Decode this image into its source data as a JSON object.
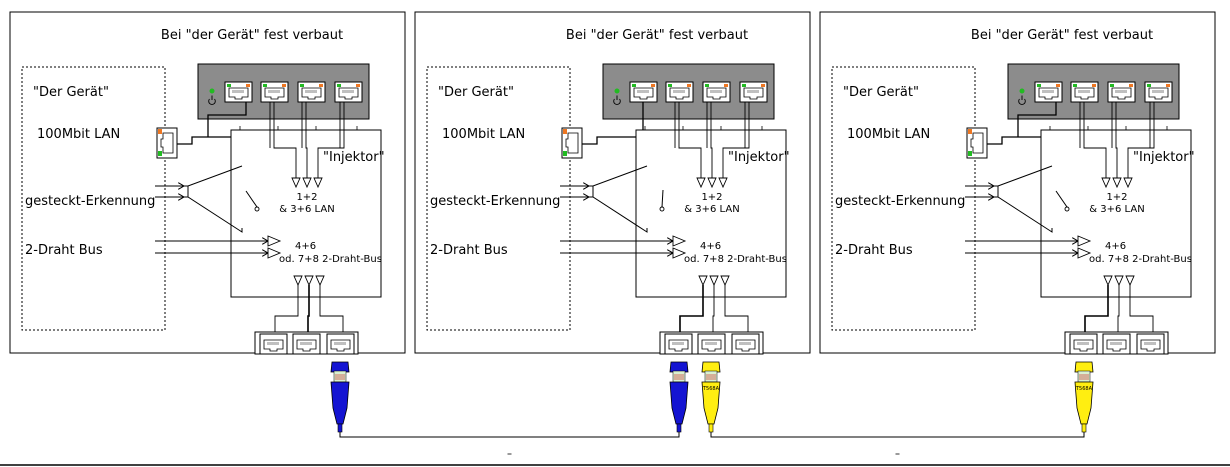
{
  "panels": [
    {
      "title": "Bei \"der Gerät\" fest verbaut",
      "device_label": "\"Der Gerät\"",
      "lan_label": "100Mbit LAN",
      "detect_label": "gesteckt-Erkennung",
      "bus_label": "2-Draht Bus",
      "injector_label": "\"Injektor\"",
      "pins_lan": [
        "1+2",
        "& 3+6 LAN"
      ],
      "pins_bus": [
        "4+6",
        "od. 7+8 2-Draht-Bus"
      ],
      "switch_state": "open",
      "lan_link_port": 1,
      "out_link_port": 1
    },
    {
      "title": "Bei \"der Gerät\" fest verbaut",
      "device_label": "\"Der Gerät\"",
      "lan_label": "100Mbit LAN",
      "detect_label": "gesteckt-Erkennung",
      "bus_label": "2-Draht Bus",
      "injector_label": "\"Injektor\"",
      "pins_lan": [
        "1+2",
        "& 3+6 LAN"
      ],
      "pins_bus": [
        "4+6",
        "od. 7+8 2-Draht-Bus"
      ],
      "switch_state": "closed",
      "lan_link_port": 0,
      "out_link_port": 0
    },
    {
      "title": "Bei \"der Gerät\" fest verbaut",
      "device_label": "\"Der Gerät\"",
      "lan_label": "100Mbit LAN",
      "detect_label": "gesteckt-Erkennung",
      "bus_label": "2-Draht Bus",
      "injector_label": "\"Injektor\"",
      "pins_lan": [
        "1+2",
        "& 3+6 LAN"
      ],
      "pins_bus": [
        "4+6",
        "od. 7+8 2-Draht-Bus"
      ],
      "switch_state": "open",
      "lan_link_port": 1,
      "out_link_port": 0
    }
  ],
  "cables": [
    {
      "panel": 0,
      "port": 2,
      "color": "#1414d2",
      "label": ""
    },
    {
      "panel": 1,
      "port": 0,
      "color": "#1414d2",
      "label": ""
    },
    {
      "panel": 1,
      "port": 1,
      "color": "#ffee11",
      "label": "T568A"
    },
    {
      "panel": 2,
      "port": 0,
      "color": "#ffee11",
      "label": "T568A"
    }
  ],
  "colors": {
    "switch_body": "#8c8c8c",
    "led_green": "#22bb22",
    "led_orange": "#ee7722",
    "cable_blue": "#1414d2",
    "cable_yellow": "#ffee11"
  },
  "icons": [
    "power-icon",
    "rj45-port-icon",
    "rj45-plug-icon"
  ]
}
